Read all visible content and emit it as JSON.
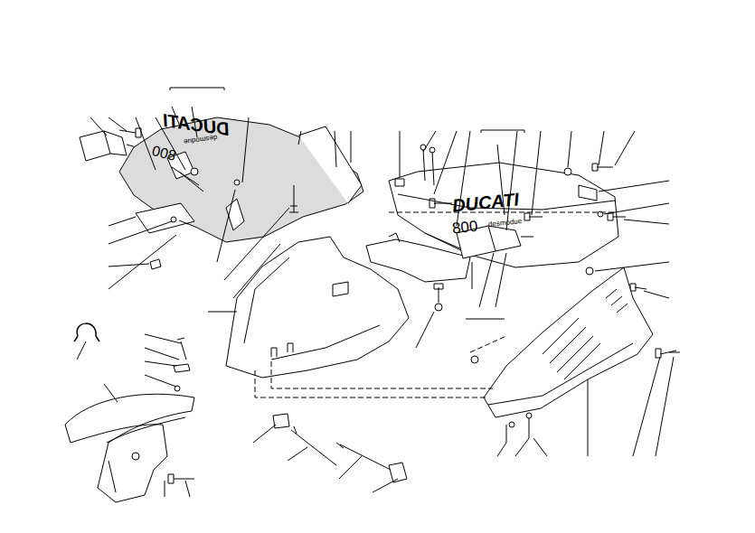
{
  "diagram": {
    "labels": [
      "DUCATI",
      "desmodue",
      "800",
      "DUCATI",
      "800",
      "desmodue"
    ]
  }
}
